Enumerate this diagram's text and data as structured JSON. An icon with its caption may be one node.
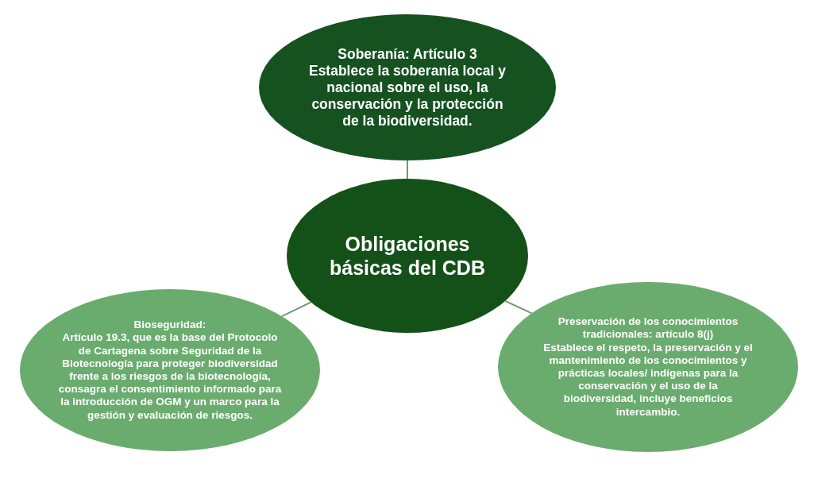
{
  "diagram": {
    "nodes": [
      {
        "text": [
          "Obligaciones básicas del CDB"
        ]
      },
      {
        "text": [
          "Soberanía: Artículo 3",
          "Establece la soberanía local y nacional sobre el uso, la conservación y la protección de la biodiversidad."
        ]
      },
      {
        "text": [
          "Bioseguridad:",
          "Artículo 19.3, que es la base del Protocolo de Cartagena sobre Seguridad de la Biotecnología para proteger biodiversidad frente a los riesgos de la biotecnología, consagra el consentimiento informado para la introducción de OGM y un marco para la gestión y evaluación de riesgos."
        ]
      },
      {
        "text": [
          "Preservación de los conocimientos tradicionales: artículo 8(j)",
          "Establece el respeto, la preservación y el mantenimiento de los conocimientos y prácticas locales/ indígenas para la conservación y el uso de la biodiversidad, incluye beneficios intercambio."
        ]
      }
    ],
    "edges": [
      {
        "from": 0,
        "to": 1,
        "arrow": "none"
      },
      {
        "from": 0,
        "to": 2,
        "arrow": "none"
      },
      {
        "from": 0,
        "to": 3,
        "arrow": "none"
      }
    ]
  }
}
